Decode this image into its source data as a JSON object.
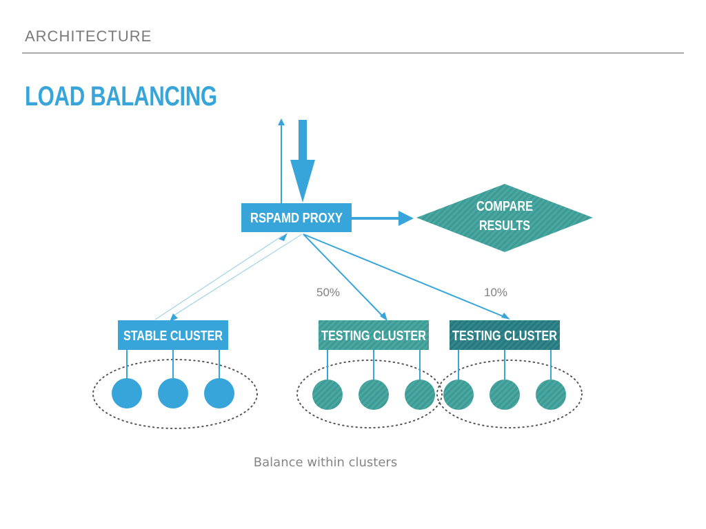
{
  "header": {
    "section": "ARCHITECTURE",
    "title": "LOAD BALANCING"
  },
  "colors": {
    "blue": "#37a5da",
    "teal": "#3d9a95",
    "teal_dark": "#2a7f85",
    "gray_text": "#808080"
  },
  "diagram": {
    "proxy": {
      "label": "RSPAMD PROXY"
    },
    "compare": {
      "line1": "COMPARE",
      "line2": "RESULTS"
    },
    "clusters": [
      {
        "label": "STABLE CLUSTER",
        "style": "solid-blue",
        "nodes": 3
      },
      {
        "label": "TESTING CLUSTER",
        "style": "striped-teal",
        "nodes": 3,
        "traffic": "50%"
      },
      {
        "label": "TESTING CLUSTER",
        "style": "striped-dark-teal",
        "nodes": 3,
        "traffic": "10%"
      }
    ]
  },
  "caption": "Balance within clusters"
}
